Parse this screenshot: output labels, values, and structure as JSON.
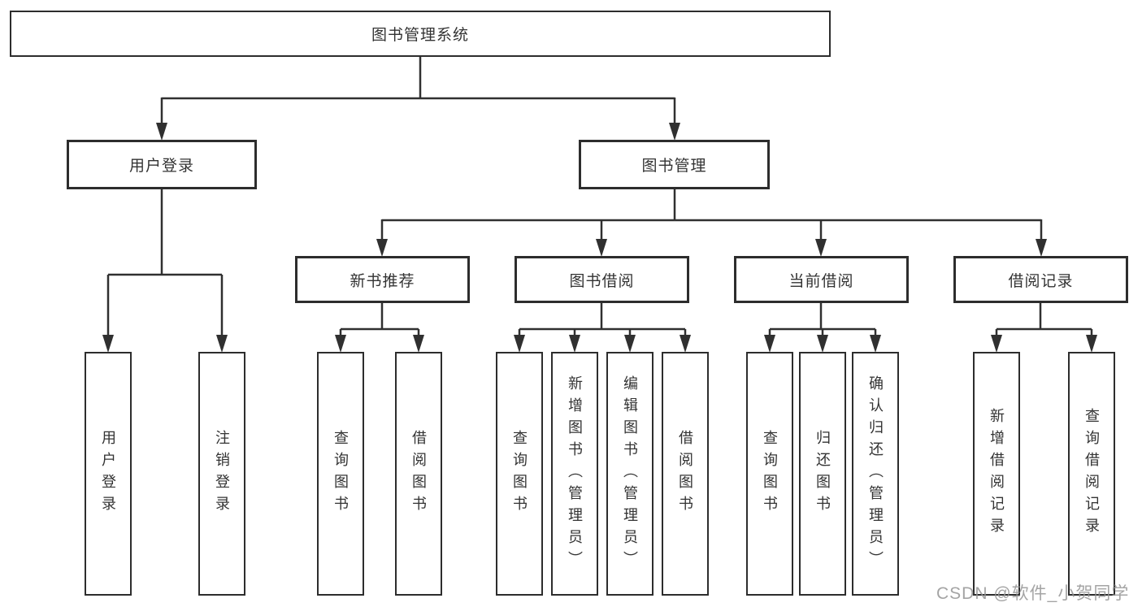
{
  "diagram": {
    "root": {
      "label": "图书管理系统"
    },
    "branches": [
      {
        "label": "用户登录",
        "children": [
          {
            "label": "用户登录"
          },
          {
            "label": "注销登录"
          }
        ]
      },
      {
        "label": "图书管理",
        "sections": [
          {
            "label": "新书推荐",
            "children": [
              {
                "label": "查询图书"
              },
              {
                "label": "借阅图书"
              }
            ]
          },
          {
            "label": "图书借阅",
            "children": [
              {
                "label": "查询图书"
              },
              {
                "label": "新增图书（管理员）"
              },
              {
                "label": "编辑图书（管理员）"
              },
              {
                "label": "借阅图书"
              }
            ]
          },
          {
            "label": "当前借阅",
            "children": [
              {
                "label": "查询图书"
              },
              {
                "label": "归还图书"
              },
              {
                "label": "确认归还（管理员）"
              }
            ]
          },
          {
            "label": "借阅记录",
            "children": [
              {
                "label": "新增借阅记录"
              },
              {
                "label": "查询借阅记录"
              }
            ]
          }
        ]
      }
    ]
  },
  "watermark": {
    "text": "CSDN @软件_小贺同学",
    "color": "#949494"
  },
  "colors": {
    "line": "#303030",
    "box_border": "#2d2d2d",
    "text": "#333333",
    "background": "#ffffff"
  }
}
